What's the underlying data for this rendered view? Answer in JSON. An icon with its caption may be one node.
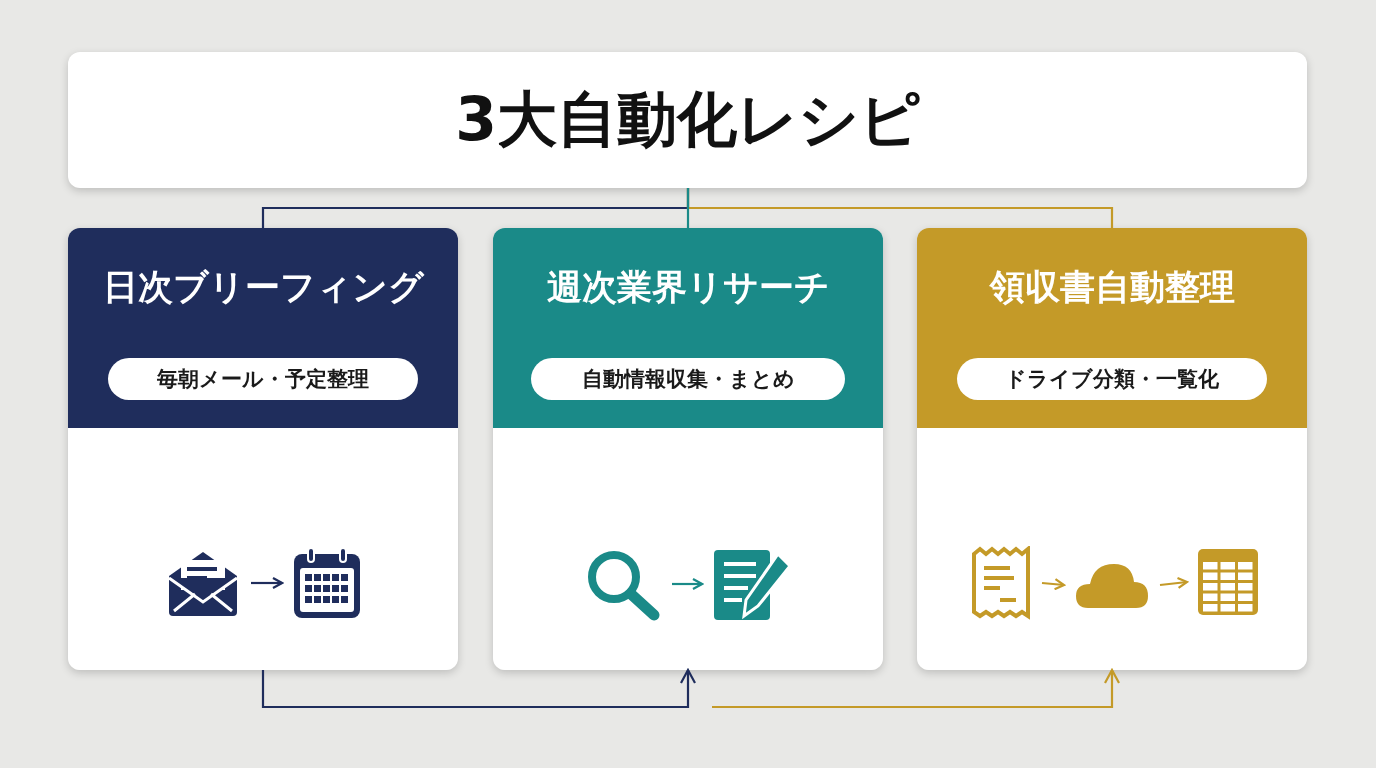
{
  "diagram": {
    "nodes": [
      {
        "text": [
          "3大自動化レシピ"
        ]
      },
      {
        "text": [
          "日次ブリーフィング"
        ]
      },
      {
        "text": [
          "毎朝メール・予定整理"
        ],
        "in": 1
      },
      {
        "text": [],
        "shape": "envelope",
        "in": 1
      },
      {
        "text": [],
        "shape": "calendar",
        "in": 1
      },
      {
        "text": [
          "週次業界リサーチ"
        ]
      },
      {
        "text": [
          "自動情報収集・まとめ"
        ],
        "in": 5
      },
      {
        "text": [],
        "shape": "magnifier",
        "in": 5
      },
      {
        "text": [],
        "shape": "document",
        "in": 5
      },
      {
        "text": [
          "領収書自動整理"
        ]
      },
      {
        "text": [
          "ドライブ分類・一覧化"
        ],
        "in": 9
      },
      {
        "text": [],
        "shape": "receipt",
        "in": 9
      },
      {
        "text": [],
        "shape": "cloud",
        "in": 9
      },
      {
        "text": [],
        "shape": "table",
        "in": 9
      }
    ],
    "edges": [
      {
        "from": 0,
        "to": 1,
        "arrow": "none",
        "color": "#1f2d5c"
      },
      {
        "from": 0,
        "to": 9,
        "arrow": "none",
        "color": "#c49a28"
      },
      {
        "from": 0,
        "to": 5,
        "arrow": "none",
        "color": "#1a8a88"
      },
      {
        "from": 1,
        "to": 5,
        "arrow": "to",
        "color": "#1f2d5c"
      },
      {
        "from": null,
        "to": 9,
        "arrow": "to",
        "color": "#c49a28"
      },
      {
        "from": 3,
        "to": 4,
        "arrow": "to",
        "color": "#1f2d5c"
      },
      {
        "from": 7,
        "to": 8,
        "arrow": "to",
        "color": "#1a8a88"
      },
      {
        "from": 11,
        "to": 12,
        "arrow": "to",
        "color": "#c49a28"
      },
      {
        "from": 12,
        "to": 13,
        "arrow": "to",
        "color": "#c49a28"
      }
    ]
  }
}
